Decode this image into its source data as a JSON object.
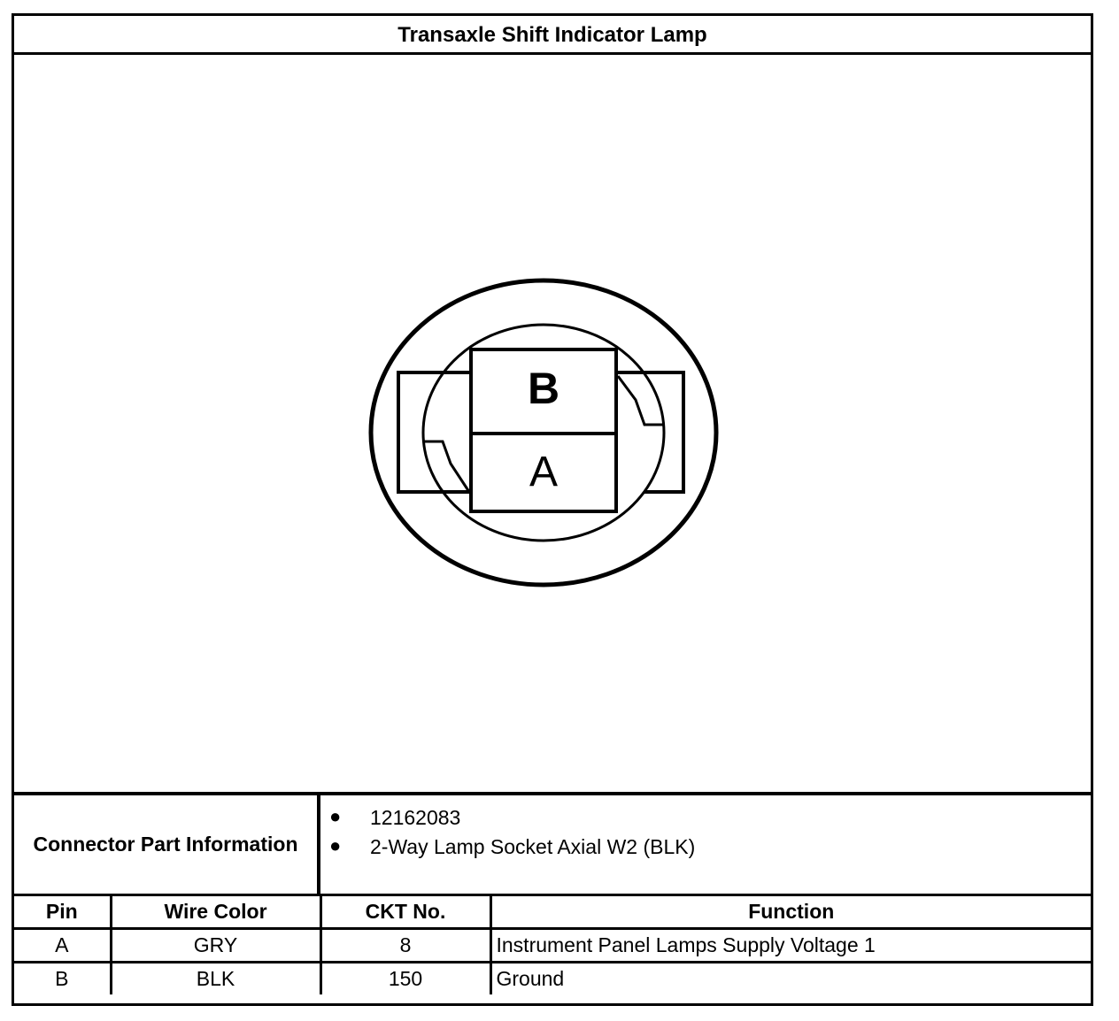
{
  "title": "Transaxle Shift Indicator Lamp",
  "connector": {
    "pin_labels": {
      "top": "B",
      "bottom": "A"
    }
  },
  "part_info": {
    "label": "Connector Part Information",
    "items": [
      "12162083",
      "2-Way Lamp Socket Axial W2 (BLK)"
    ]
  },
  "pin_table": {
    "headers": {
      "pin": "Pin",
      "wire_color": "Wire Color",
      "ckt_no": "CKT No.",
      "function": "Function"
    },
    "rows": [
      {
        "pin": "A",
        "wire_color": "GRY",
        "ckt_no": "8",
        "function": "Instrument Panel Lamps Supply Voltage 1"
      },
      {
        "pin": "B",
        "wire_color": "BLK",
        "ckt_no": "150",
        "function": "Ground"
      }
    ]
  }
}
